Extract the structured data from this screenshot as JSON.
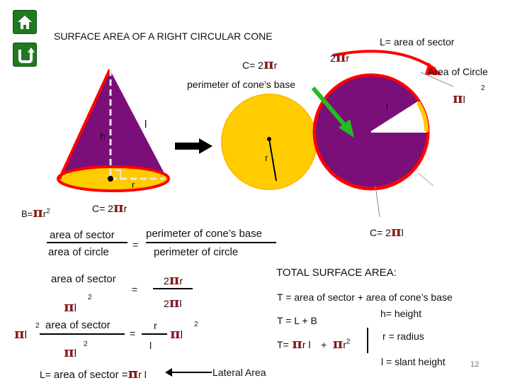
{
  "nav": {
    "home_icon": "home-icon",
    "back_icon": "back-arrow-icon"
  },
  "title": "SURFACE AREA OF A RIGHT CIRCULAR CONE",
  "top": {
    "c_formula_left": "C= 2",
    "c_formula_r": "r",
    "perimeter_base": "perimeter of cone’s base",
    "two": "2",
    "r": "r",
    "l_area_sector": "L= area of sector",
    "area_of_circle": "Area of Circle",
    "exp2": "2",
    "l_label": "l"
  },
  "cone": {
    "h": "h",
    "l": "l",
    "r": "r",
    "b_eq": "B=",
    "b_r": "r",
    "b_exp": "2",
    "c_eq": "C= 2",
    "c_r": "r"
  },
  "circle": {
    "r": "r"
  },
  "sector": {
    "l": "l",
    "c_eq": "C= 2",
    "c_l": "l"
  },
  "ratio": {
    "row1_num": "area of sector",
    "row1_den": "area of circle",
    "eq": "=",
    "row1_rnum": "perimeter of cone’s base",
    "row1_rden": "perimeter of circle",
    "row2_num": "area of sector",
    "row2_rnum_two": "2",
    "row2_rnum_r": "r",
    "row2_rden_two": "2",
    "row2_rden_l": "l",
    "l_sym": "l",
    "exp2": "2",
    "row3_num": "area of sector",
    "row3_rnum": "r",
    "row3_rden": "l",
    "final_l": "L=",
    "final_text": "area of sector =",
    "final_r": "r",
    "final_l_sym": "l",
    "lateral_area": "Lateral Area"
  },
  "total": {
    "heading": "TOTAL SURFACE AREA:",
    "t_eq": "T = area of sector  + area of cone’s base",
    "h_def": "h= height",
    "t_lb": "T = L + B",
    "t_formula_t": "T=",
    "t_formula_rl": "r l",
    "t_formula_plus": "+",
    "t_formula_r": "r",
    "t_formula_exp": "2",
    "r_def": "r = radius",
    "l_def": "l = slant height"
  },
  "page_number": "12",
  "colors": {
    "purple": "#7a0f7a",
    "red": "#ff0000",
    "yellow": "#ffcc00",
    "pi": "#8b1a1a",
    "green_arrow": "#22bb22",
    "nav_green": "#1f7a1f"
  }
}
